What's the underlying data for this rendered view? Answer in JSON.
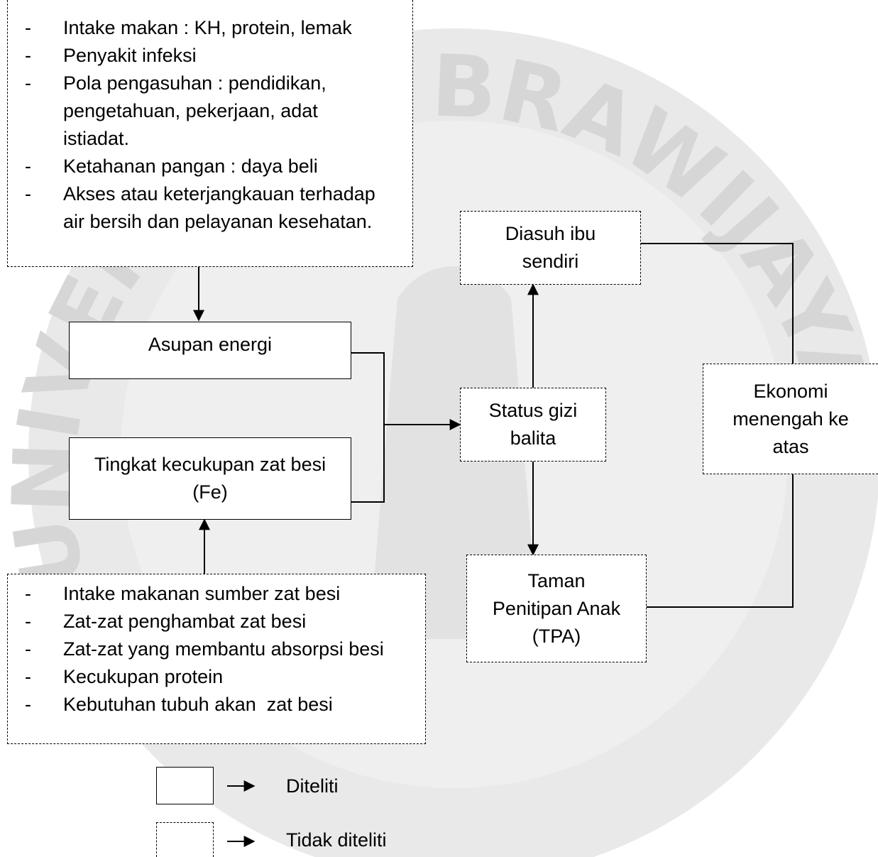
{
  "factors_top": {
    "items": [
      "Intake makan : KH, protein, lemak",
      "Penyakit infeksi",
      "Pola pengasuhan : pendidikan, pengetahuan, pekerjaan, adat istiadat.",
      "Ketahanan pangan : daya beli",
      "Akses atau keterjangkauan terhadap air bersih dan pelayanan kesehatan."
    ]
  },
  "factors_bottom": {
    "items": [
      "Intake makanan sumber zat besi",
      "Zat-zat penghambat zat besi",
      "Zat-zat yang membantu absorpsi besi",
      "Kecukupan protein",
      "Kebutuhan tubuh akan  zat besi"
    ]
  },
  "asupan_energi": {
    "label": "Asupan energi"
  },
  "tingkat_fe": {
    "line1": "Tingkat kecukupan zat besi",
    "line2": "(Fe)"
  },
  "status_gizi": {
    "line1": "Status gizi",
    "line2": "balita"
  },
  "diasuh": {
    "line1": "Diasuh ibu",
    "line2": "sendiri"
  },
  "tpa": {
    "line1": "Taman",
    "line2": "Penitipan Anak",
    "line3": "(TPA)"
  },
  "ekonomi": {
    "line1": "Ekonomi",
    "line2": "menengah ke",
    "line3": "atas"
  },
  "legend": {
    "studied": "Diteliti",
    "not_studied": "Tidak diteliti"
  },
  "watermark": {
    "text": "UNIVERSITAS BRAWIJAYA"
  },
  "colors": {
    "line": "#000000",
    "watermark": "#d6d6d6"
  }
}
